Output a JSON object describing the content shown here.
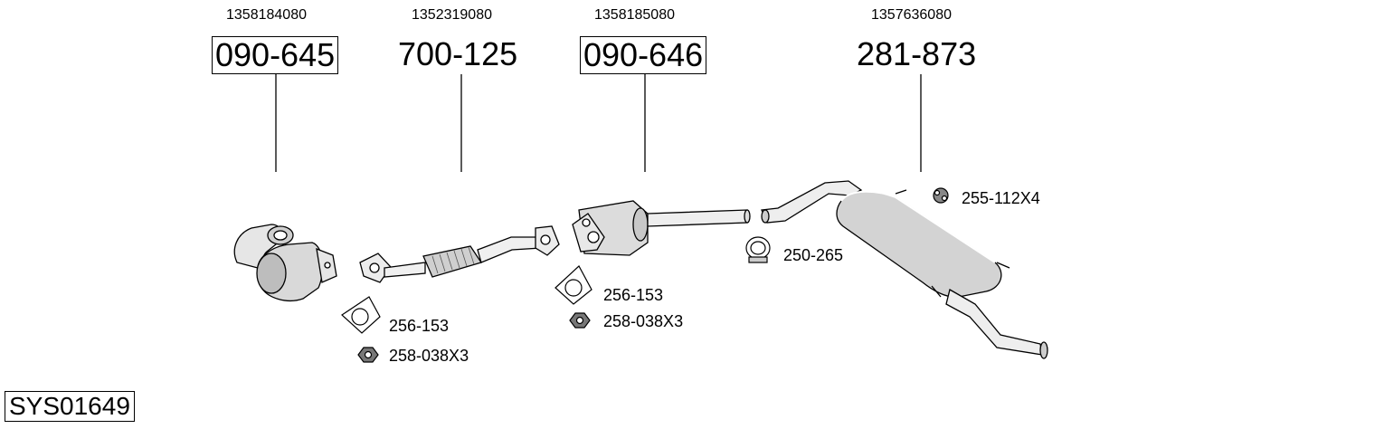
{
  "system_code": "SYS01649",
  "parts": [
    {
      "oem": "1358184080",
      "number": "090-645",
      "boxed": true
    },
    {
      "oem": "1352319080",
      "number": "700-125",
      "boxed": false
    },
    {
      "oem": "1358185080",
      "number": "090-646",
      "boxed": true
    },
    {
      "oem": "1357636080",
      "number": "281-873",
      "boxed": false
    }
  ],
  "accessories": {
    "gasket_1": "256-153",
    "nut_1": "258-038X3",
    "gasket_2": "256-153",
    "nut_2": "258-038X3",
    "clamp": "250-265",
    "rubber_mount": "255-112X4"
  }
}
